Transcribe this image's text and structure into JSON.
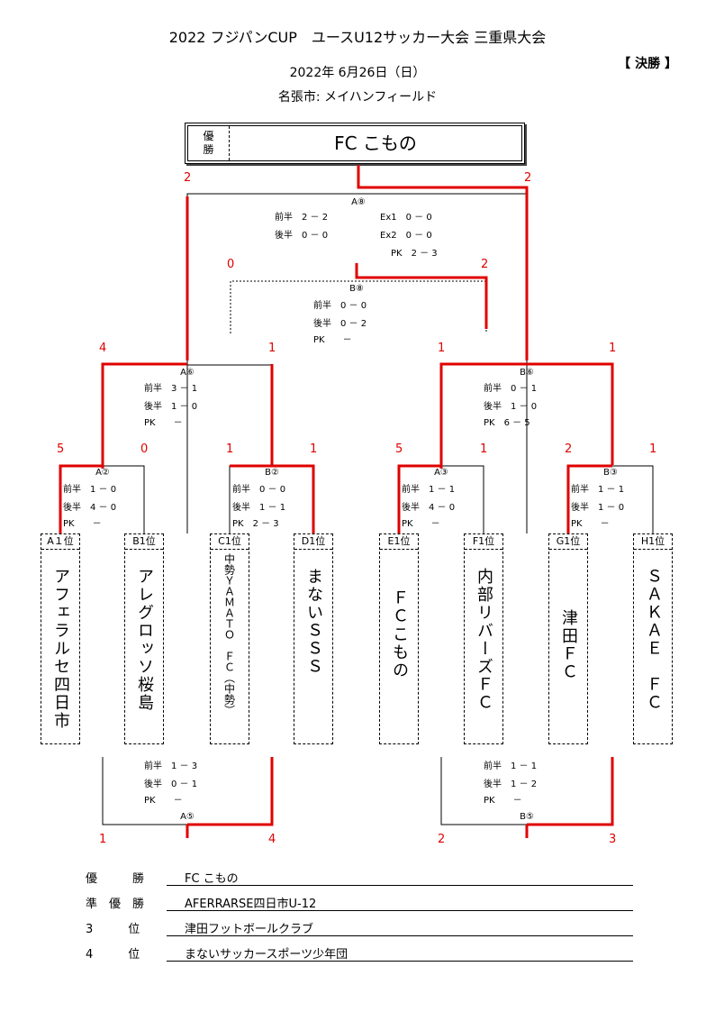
{
  "header": {
    "title": "2022 フジパンCUP　ユースU12サッカー大会 三重県大会",
    "stage": "【 決勝 】",
    "date": "2022年 6月26日（日）",
    "venue": "名張市: メイハンフィールド"
  },
  "winner_box": {
    "label_line1": "優",
    "label_line2": "勝",
    "name": "FC こもの"
  },
  "final": {
    "label": "A⑧",
    "score_left": "2",
    "score_right": "2",
    "h1": "前半　2 － 2",
    "h2": "後半　0 － 0",
    "ex1": "Ex1　0 － 0",
    "ex2": "Ex2　0 － 0",
    "pk": "PK　2 － 3"
  },
  "third": {
    "label": "B⑧",
    "score_left": "0",
    "score_right": "2",
    "h1": "前半　0 － 0",
    "h2": "後半　0 － 2",
    "pk": "PK　　－"
  },
  "semis": [
    {
      "label": "A⑥",
      "score_left": "4",
      "score_right": "1",
      "h1": "前半　3 － 1",
      "h2": "後半　1 － 0",
      "pk": "PK　　－"
    },
    {
      "label": "B⑥",
      "score_left": "1",
      "score_right": "1",
      "h1": "前半　0 － 1",
      "h2": "後半　1 － 0",
      "pk": "PK　6 － 5"
    }
  ],
  "quarters": [
    {
      "label": "A②",
      "score_left": "5",
      "score_right": "0",
      "h1": "前半　1 － 0",
      "h2": "後半　4 － 0",
      "pk": "PK　　－"
    },
    {
      "label": "B②",
      "score_left": "1",
      "score_right": "1",
      "h1": "前半　0 － 0",
      "h2": "後半　1 － 1",
      "pk": "PK　2 － 3"
    },
    {
      "label": "A③",
      "score_left": "5",
      "score_right": "1",
      "h1": "前半　1 － 1",
      "h2": "後半　4 － 0",
      "pk": "PK　　－"
    },
    {
      "label": "B③",
      "score_left": "2",
      "score_right": "1",
      "h1": "前半　1 － 1",
      "h2": "後半　1 － 0",
      "pk": "PK　　－"
    }
  ],
  "teams": [
    {
      "seed": "A１位",
      "name": "アフェラルセ四日市"
    },
    {
      "seed": "B1位",
      "name": "アレグロッソ桜島"
    },
    {
      "seed": "C1位",
      "name": "中勢ＹＡＭＡＴＯ　ＦＣ（中勢）"
    },
    {
      "seed": "D1位",
      "name": "まないＳＳＳ"
    },
    {
      "seed": "E1位",
      "name": "ＦＣこもの"
    },
    {
      "seed": "F1位",
      "name": "内部リバーズＦＣ"
    },
    {
      "seed": "G1位",
      "name": "津田ＦＣ"
    },
    {
      "seed": "H1位",
      "name": "ＳＡＫＡＥ　ＦＣ"
    }
  ],
  "placement": [
    {
      "label": "A⑤",
      "score_left": "1",
      "score_right": "4",
      "h1": "前半　1 － 3",
      "h2": "後半　0 － 1",
      "pk": "PK　　－"
    },
    {
      "label": "B⑤",
      "score_left": "2",
      "score_right": "3",
      "h1": "前半　1 － 1",
      "h2": "後半　1 － 2",
      "pk": "PK　　－"
    }
  ],
  "results": [
    {
      "rank": "優　　　勝",
      "team": "FC こもの"
    },
    {
      "rank": "準　優　勝",
      "team": "AFERRARSE四日市U-12"
    },
    {
      "rank": "3　　　位",
      "team": "津田フットボールクラブ"
    },
    {
      "rank": "4　　　位",
      "team": "まないサッカースポーツ少年団"
    }
  ],
  "colors": {
    "win_line": "#e00000",
    "line": "#000000"
  }
}
